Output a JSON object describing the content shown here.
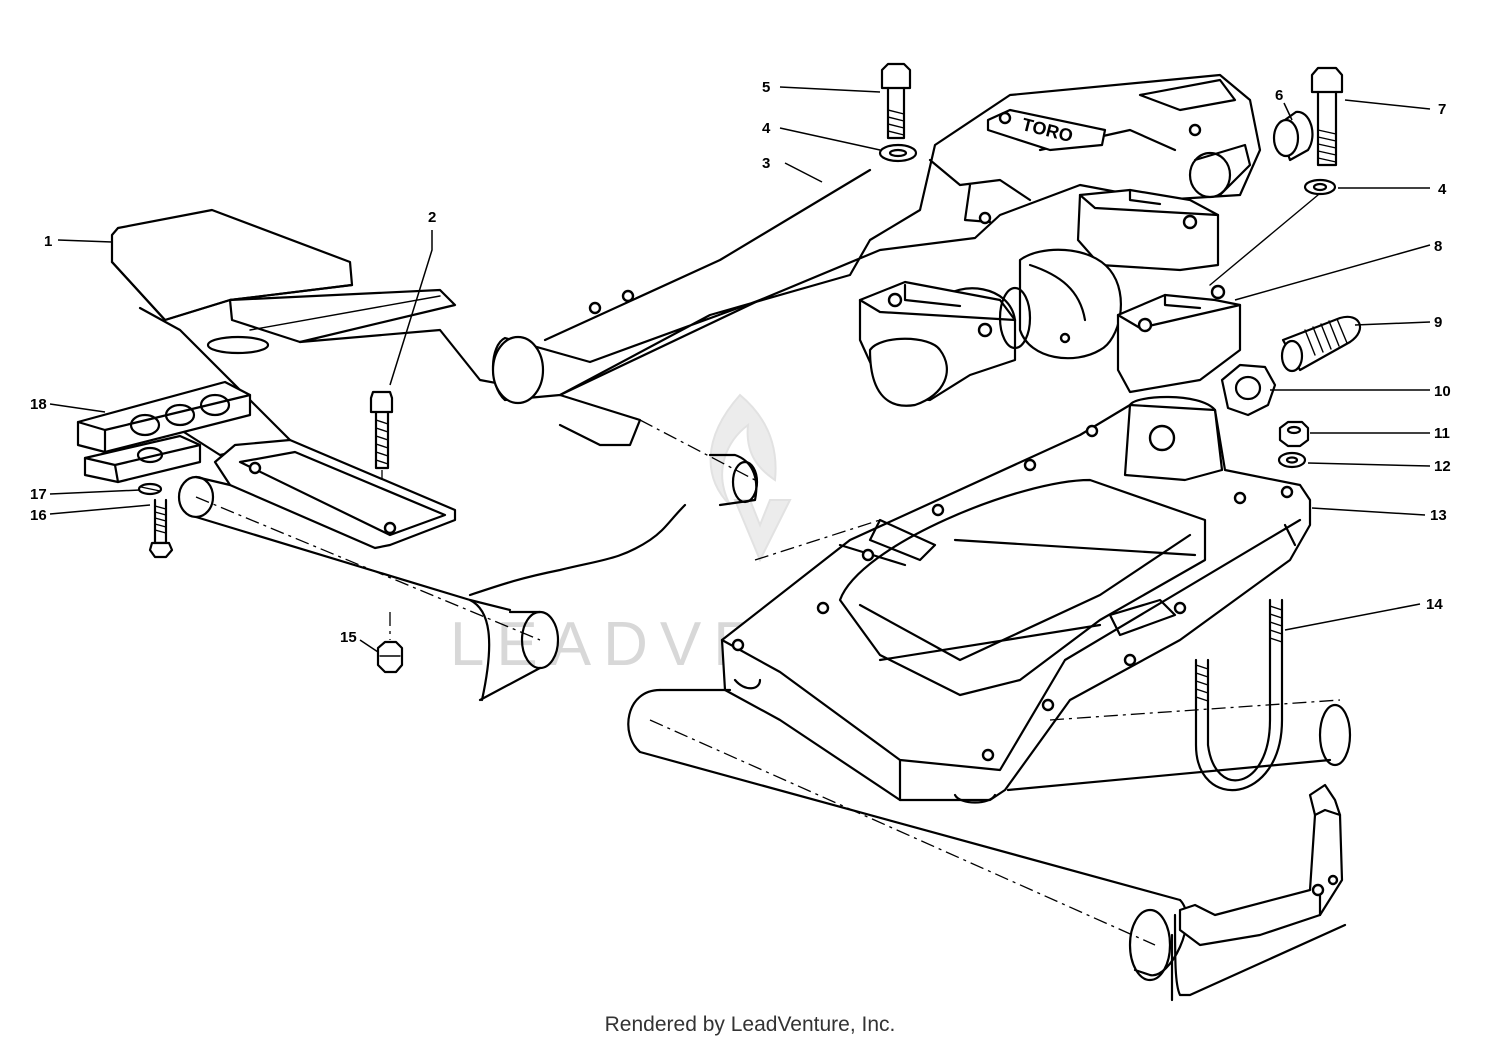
{
  "watermark": {
    "text": "LEADVENTURE"
  },
  "logo": {
    "text": "TORO"
  },
  "footer": {
    "text": "Rendered by LeadVenture, Inc."
  },
  "callouts": [
    {
      "id": "c1",
      "label": "1"
    },
    {
      "id": "c2",
      "label": "2"
    },
    {
      "id": "c3",
      "label": "3"
    },
    {
      "id": "c4a",
      "label": "4"
    },
    {
      "id": "c4b",
      "label": "4"
    },
    {
      "id": "c5",
      "label": "5"
    },
    {
      "id": "c6",
      "label": "6"
    },
    {
      "id": "c7",
      "label": "7"
    },
    {
      "id": "c8",
      "label": "8"
    },
    {
      "id": "c9",
      "label": "9"
    },
    {
      "id": "c10",
      "label": "10"
    },
    {
      "id": "c11",
      "label": "11"
    },
    {
      "id": "c12",
      "label": "12"
    },
    {
      "id": "c13",
      "label": "13"
    },
    {
      "id": "c14",
      "label": "14"
    },
    {
      "id": "c15",
      "label": "15"
    },
    {
      "id": "c16",
      "label": "16"
    },
    {
      "id": "c17",
      "label": "17"
    },
    {
      "id": "c18",
      "label": "18"
    }
  ]
}
